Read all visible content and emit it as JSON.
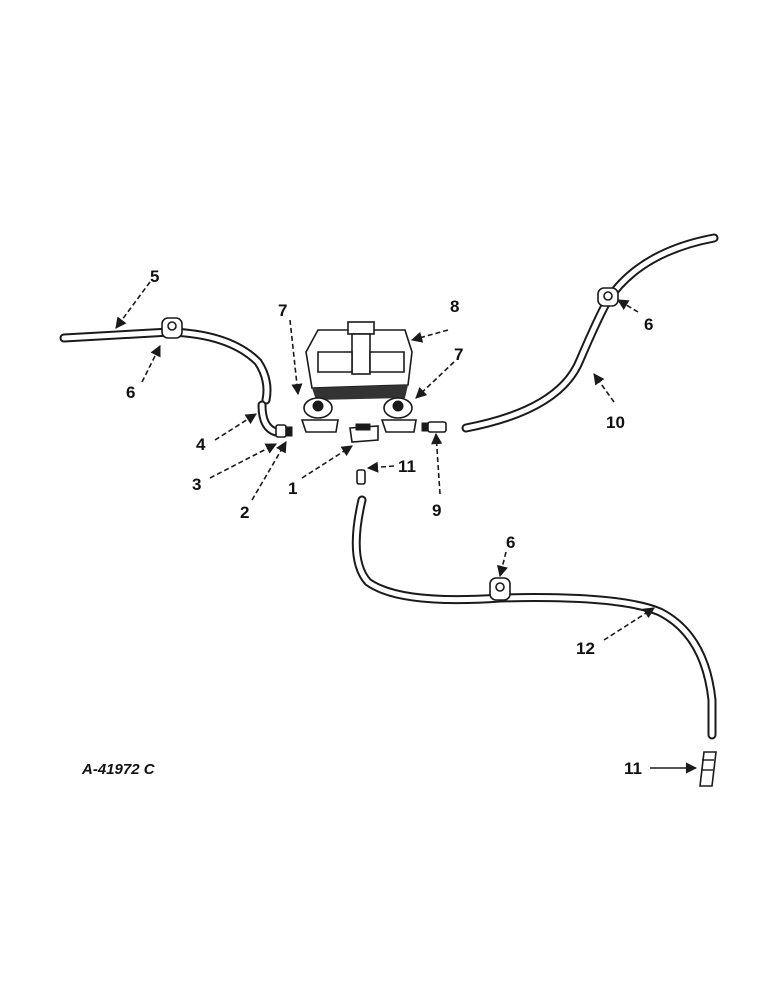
{
  "drawing_code": "A-41972 C",
  "callouts": {
    "c1": "1",
    "c2": "2",
    "c3": "3",
    "c4": "4",
    "c5": "5",
    "c6a": "6",
    "c6b": "6",
    "c6c": "6",
    "c7a": "7",
    "c7b": "7",
    "c8": "8",
    "c9": "9",
    "c10": "10",
    "c11a": "11",
    "c11b": "11",
    "c12": "12"
  }
}
